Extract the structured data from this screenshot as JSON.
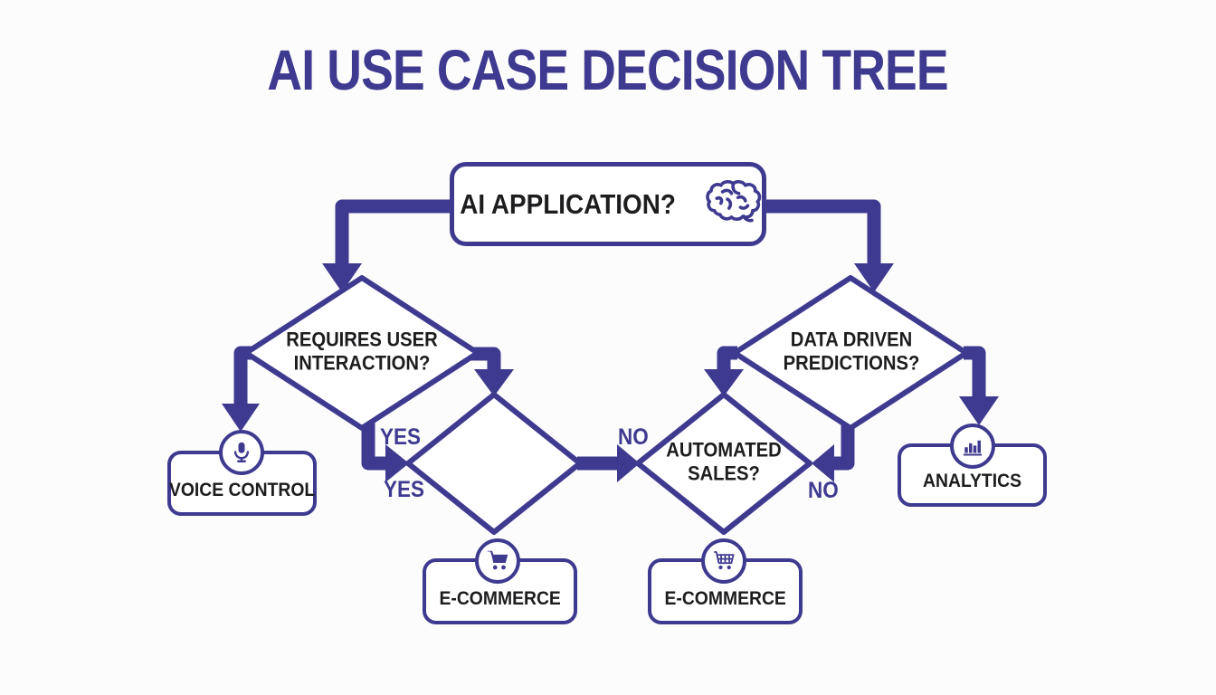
{
  "title": "AI USE CASE DECISION TREE",
  "colors": {
    "accent": "#3e3a8f",
    "node_text": "#1d1c1e",
    "background": "#fcfcfd"
  },
  "nodes": {
    "root": {
      "label": "AI APPLICATION?",
      "icon": "brain-icon"
    },
    "interaction": {
      "label": "REQUIRES USER\nINTERACTION?"
    },
    "predictions": {
      "label": "DATA DRIVEN\nPREDICTIONS?"
    },
    "middle_decision": {
      "label": ""
    },
    "automated_sales": {
      "label": "AUTOMATED\nSALES?"
    },
    "voice_control": {
      "label": "VOICE CONTROL",
      "icon": "microphone-icon"
    },
    "analytics": {
      "label": "ANALYTICS",
      "icon": "bar-chart-icon"
    },
    "ecommerce_left": {
      "label": "E-COMMERCE",
      "icon": "cart-filled-icon"
    },
    "ecommerce_right": {
      "label": "E-COMMERCE",
      "icon": "cart-grid-icon"
    }
  },
  "edge_labels": {
    "yes_upper": "YES",
    "yes_lower": "YES",
    "no_middle": "NO",
    "no_right": "NO"
  }
}
